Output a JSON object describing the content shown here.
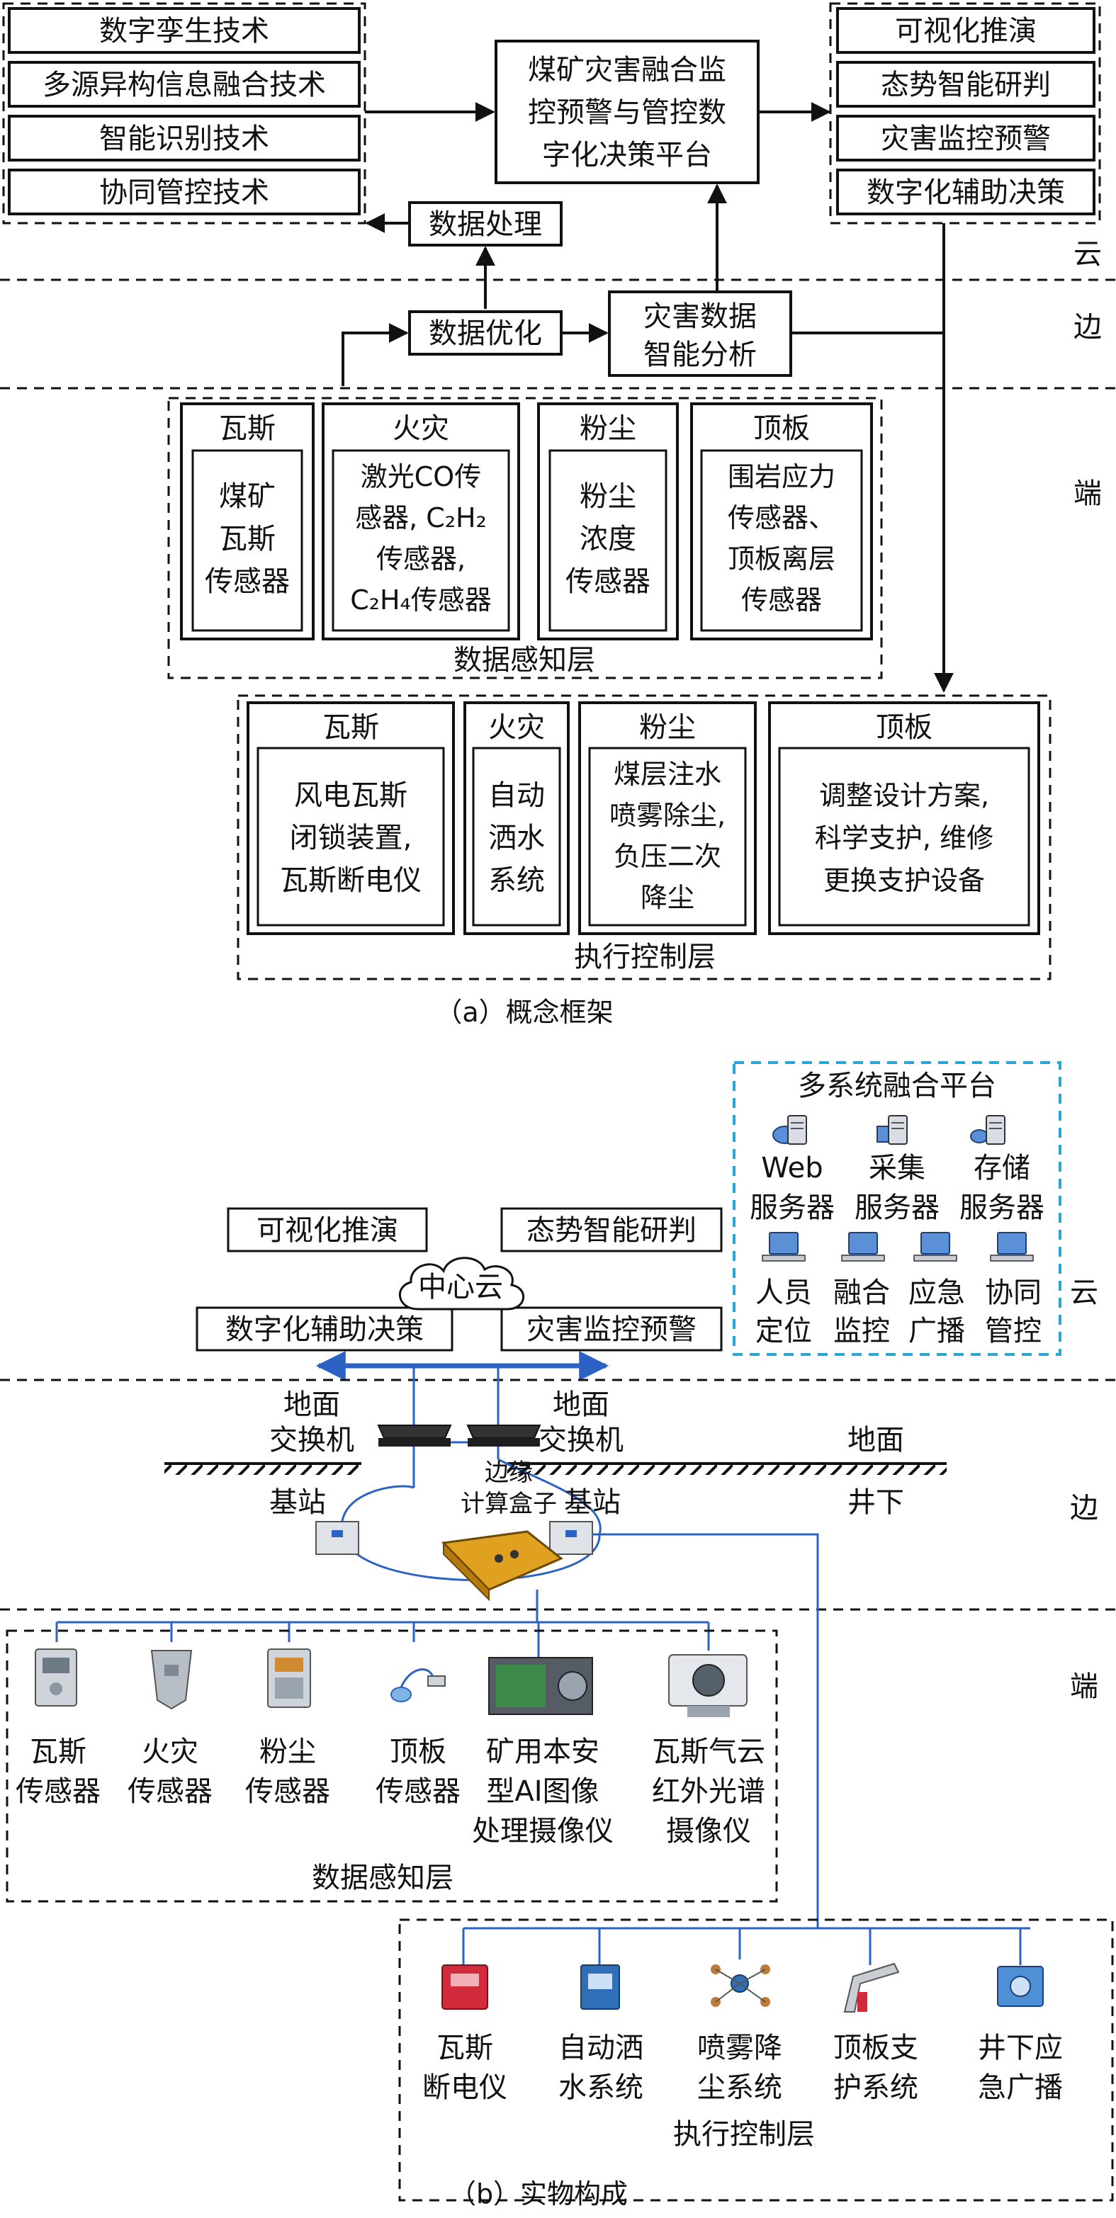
{
  "part_a": {
    "tech_boxes": [
      "数字孪生技术",
      "多源异构信息融合技术",
      "智能识别技术",
      "协同管控技术"
    ],
    "platform": [
      "煤矿灾害融合监",
      "控预警与管控数",
      "字化决策平台"
    ],
    "output_boxes": [
      "可视化推演",
      "态势智能研判",
      "灾害监控预警",
      "数字化辅助决策"
    ],
    "data_processing": "数据处理",
    "data_optimization": "数据优化",
    "disaster_analysis": [
      "灾害数据",
      "智能分析"
    ],
    "layer_cloud": "云",
    "layer_edge": "边",
    "layer_end": "端",
    "perception": {
      "label": "数据感知层",
      "groups": [
        {
          "title": "瓦斯",
          "lines": [
            "煤矿",
            "瓦斯",
            "传感器"
          ]
        },
        {
          "title": "火灾",
          "lines": [
            "激光CO传",
            "感器, C₂H₂",
            "传感器,",
            "C₂H₄传感器"
          ]
        },
        {
          "title": "粉尘",
          "lines": [
            "粉尘",
            "浓度",
            "传感器"
          ]
        },
        {
          "title": "顶板",
          "lines": [
            "围岩应力",
            "传感器、",
            "顶板离层",
            "传感器"
          ]
        }
      ]
    },
    "control": {
      "label": "执行控制层",
      "groups": [
        {
          "title": "瓦斯",
          "lines": [
            "风电瓦斯",
            "闭锁装置,",
            "瓦斯断电仪"
          ]
        },
        {
          "title": "火灾",
          "lines": [
            "自动",
            "洒水",
            "系统"
          ]
        },
        {
          "title": "粉尘",
          "lines": [
            "煤层注水",
            "喷雾除尘,",
            "负压二次",
            "降尘"
          ]
        },
        {
          "title": "顶板",
          "lines": [
            "调整设计方案,",
            "科学支护, 维修",
            "更换支护设备"
          ]
        }
      ]
    },
    "caption": "（a）概念框架"
  },
  "part_b": {
    "platform_title": "多系统融合平台",
    "servers": [
      {
        "line1": "Web",
        "line2": "服务器"
      },
      {
        "line1": "采集",
        "line2": "服务器"
      },
      {
        "line1": "存储",
        "line2": "服务器"
      }
    ],
    "systems": [
      {
        "line1": "人员",
        "line2": "定位"
      },
      {
        "line1": "融合",
        "line2": "监控"
      },
      {
        "line1": "应急",
        "line2": "广播"
      },
      {
        "line1": "协同",
        "line2": "管控"
      }
    ],
    "cloud_center": "中心云",
    "cloud_boxes": [
      "可视化推演",
      "态势智能研判",
      "数字化辅助决策",
      "灾害监控预警"
    ],
    "switch_left": [
      "地面",
      "交换机"
    ],
    "switch_right": [
      "地面",
      "交换机"
    ],
    "ground": "地面",
    "underground": "井下",
    "base_station_left": "基站",
    "base_station_right": "基站",
    "edge_box": [
      "边缘",
      "计算盒子"
    ],
    "layer_cloud": "云",
    "layer_edge": "边",
    "layer_end": "端",
    "sensors": [
      {
        "lines": [
          "瓦斯",
          "传感器"
        ]
      },
      {
        "lines": [
          "火灾",
          "传感器"
        ]
      },
      {
        "lines": [
          "粉尘",
          "传感器"
        ]
      },
      {
        "lines": [
          "顶板",
          "传感器"
        ]
      },
      {
        "lines": [
          "矿用本安",
          "型AI图像",
          "处理摄像仪"
        ]
      },
      {
        "lines": [
          "瓦斯气云",
          "红外光谱",
          "摄像仪"
        ]
      }
    ],
    "perception_label": "数据感知层",
    "controls": [
      {
        "lines": [
          "瓦斯",
          "断电仪"
        ]
      },
      {
        "lines": [
          "自动洒",
          "水系统"
        ]
      },
      {
        "lines": [
          "喷雾降",
          "尘系统"
        ]
      },
      {
        "lines": [
          "顶板支",
          "护系统"
        ]
      },
      {
        "lines": [
          "井下应",
          "急广播"
        ]
      }
    ],
    "control_label": "执行控制层",
    "caption": "（b）实物构成"
  }
}
